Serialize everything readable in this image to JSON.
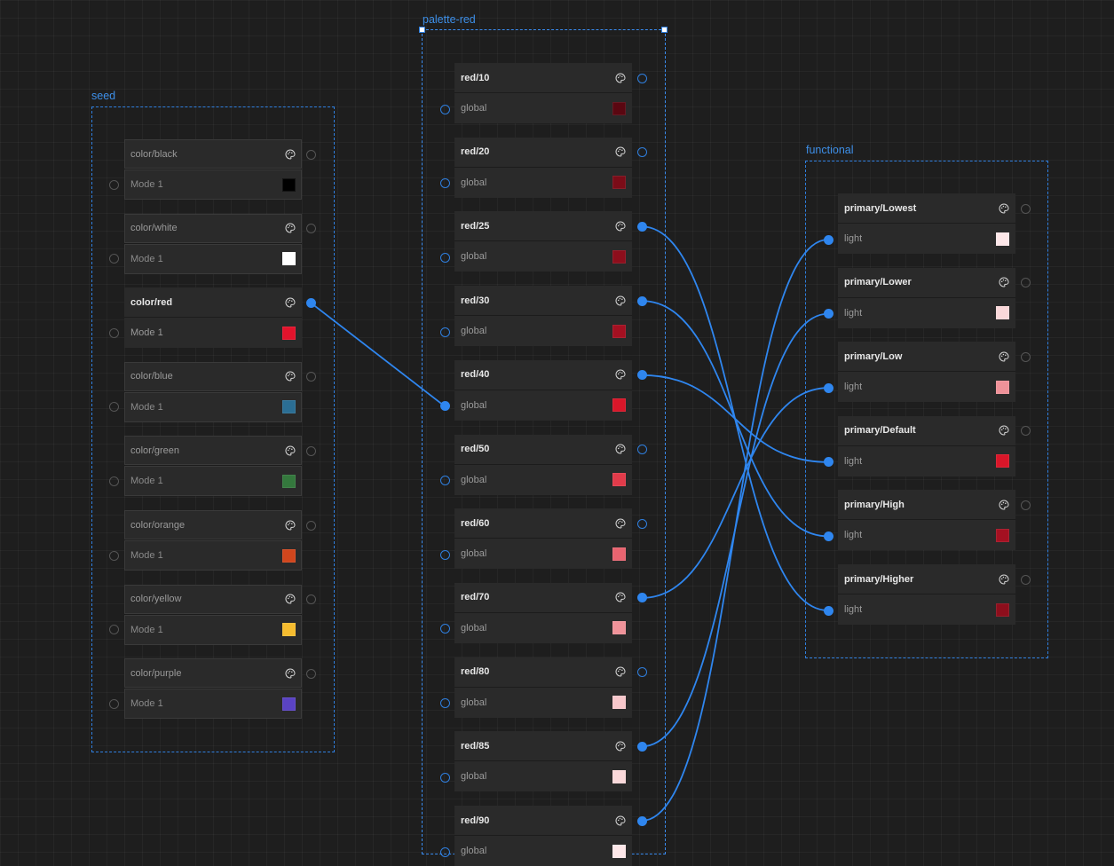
{
  "groups": {
    "seed": {
      "label": "seed"
    },
    "palette": {
      "label": "palette-red"
    },
    "functional": {
      "label": "functional"
    }
  },
  "seed_cards": [
    {
      "name": "color/black",
      "mode": "Mode 1",
      "color": "#000000",
      "active": false
    },
    {
      "name": "color/white",
      "mode": "Mode 1",
      "color": "#ffffff",
      "active": false
    },
    {
      "name": "color/red",
      "mode": "Mode 1",
      "color": "#e3132c",
      "active": true
    },
    {
      "name": "color/blue",
      "mode": "Mode 1",
      "color": "#2b6e94",
      "active": false
    },
    {
      "name": "color/green",
      "mode": "Mode 1",
      "color": "#34783d",
      "active": false
    },
    {
      "name": "color/orange",
      "mode": "Mode 1",
      "color": "#d1461d",
      "active": false
    },
    {
      "name": "color/yellow",
      "mode": "Mode 1",
      "color": "#f6bc2f",
      "active": false
    },
    {
      "name": "color/purple",
      "mode": "Mode 1",
      "color": "#5a43c4",
      "active": false
    }
  ],
  "palette_cards": [
    {
      "name": "red/10",
      "mode": "global",
      "color": "#5a0711",
      "out_connected": false
    },
    {
      "name": "red/20",
      "mode": "global",
      "color": "#7b0c18",
      "out_connected": false
    },
    {
      "name": "red/25",
      "mode": "global",
      "color": "#8d0e1c",
      "out_connected": true
    },
    {
      "name": "red/30",
      "mode": "global",
      "color": "#a41021",
      "out_connected": true
    },
    {
      "name": "red/40",
      "mode": "global",
      "color": "#d91629",
      "out_connected": true
    },
    {
      "name": "red/50",
      "mode": "global",
      "color": "#e23b4a",
      "out_connected": false
    },
    {
      "name": "red/60",
      "mode": "global",
      "color": "#e86470",
      "out_connected": false
    },
    {
      "name": "red/70",
      "mode": "global",
      "color": "#ef9299",
      "out_connected": true
    },
    {
      "name": "red/80",
      "mode": "global",
      "color": "#f7c7cb",
      "out_connected": false
    },
    {
      "name": "red/85",
      "mode": "global",
      "color": "#fad8da",
      "out_connected": true
    },
    {
      "name": "red/90",
      "mode": "global",
      "color": "#fde7e9",
      "out_connected": true
    }
  ],
  "functional_cards": [
    {
      "name": "primary/Lowest",
      "mode": "light",
      "color": "#fde7e9"
    },
    {
      "name": "primary/Lower",
      "mode": "light",
      "color": "#fad8da"
    },
    {
      "name": "primary/Low",
      "mode": "light",
      "color": "#ef9299"
    },
    {
      "name": "primary/Default",
      "mode": "light",
      "color": "#d91629"
    },
    {
      "name": "primary/High",
      "mode": "light",
      "color": "#a41021"
    },
    {
      "name": "primary/Higher",
      "mode": "light",
      "color": "#8d0e1c"
    }
  ],
  "connections": [
    {
      "from": "seed:color/red",
      "to": "palette:red/40"
    },
    {
      "from": "palette:red/25",
      "to": "functional:primary/Higher"
    },
    {
      "from": "palette:red/30",
      "to": "functional:primary/High"
    },
    {
      "from": "palette:red/40",
      "to": "functional:primary/Default"
    },
    {
      "from": "palette:red/70",
      "to": "functional:primary/Low"
    },
    {
      "from": "palette:red/85",
      "to": "functional:primary/Lower"
    },
    {
      "from": "palette:red/90",
      "to": "functional:primary/Lowest"
    }
  ],
  "colors": {
    "accent": "#2f86ef",
    "frame": "#2f7fdf",
    "card_bg": "#2a2a2a"
  },
  "icons": {
    "card_header": "palette-icon"
  }
}
